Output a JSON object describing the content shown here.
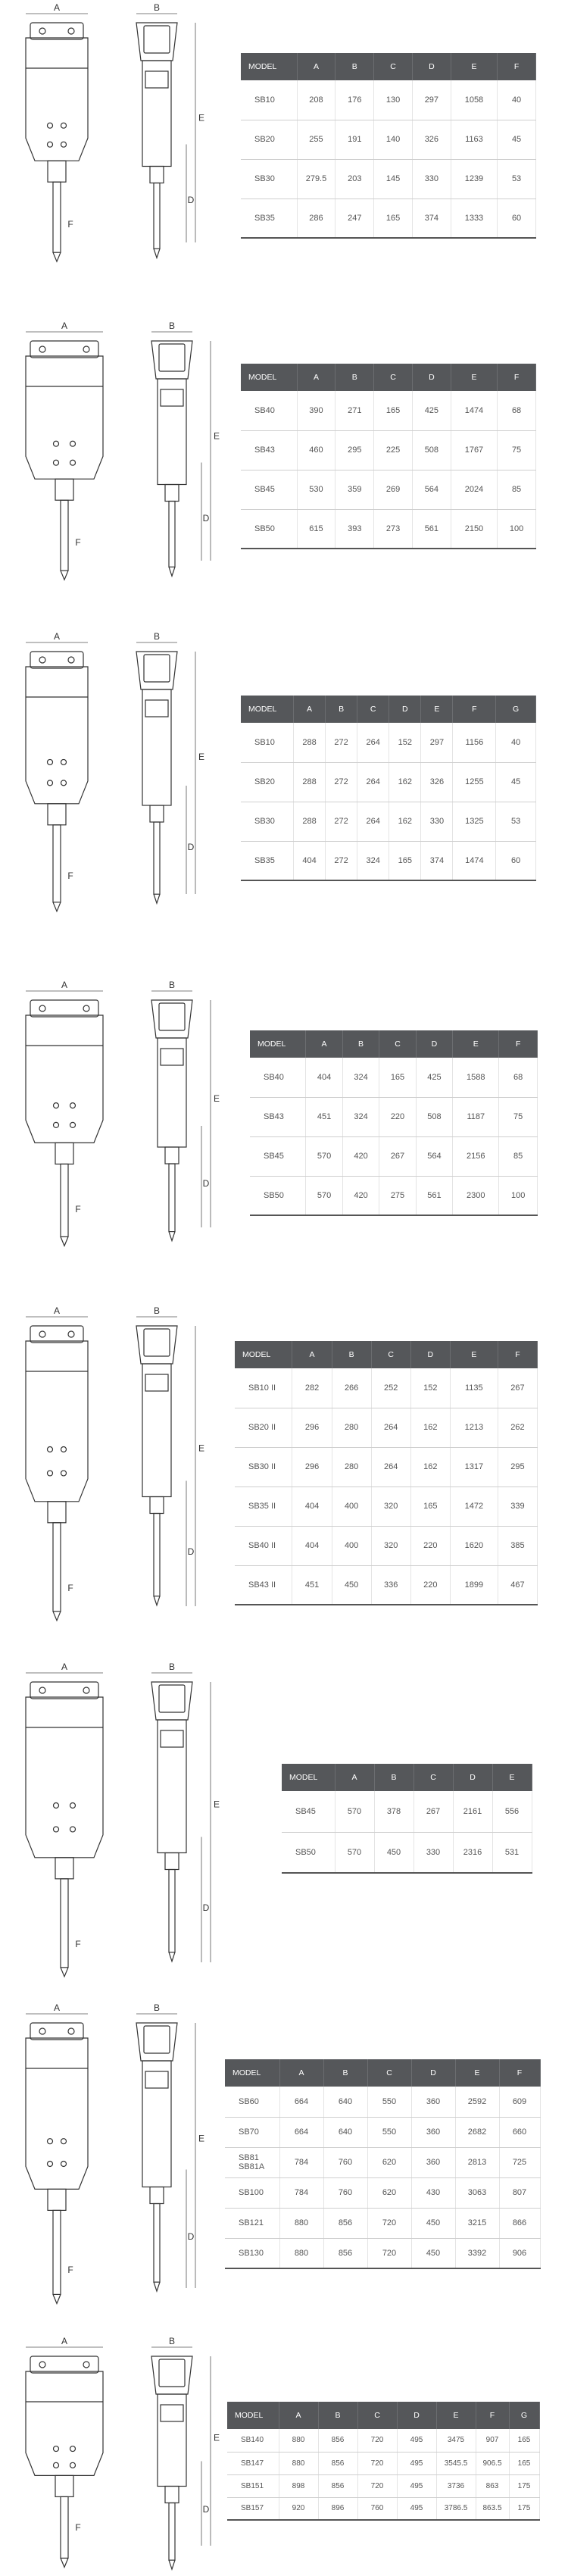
{
  "dimension_letters": [
    "A",
    "B",
    "C",
    "D",
    "E",
    "F",
    "G"
  ],
  "sections": [
    {
      "headers": [
        "MODEL",
        "A",
        "B",
        "C",
        "D",
        "E",
        "F"
      ],
      "rows": [
        [
          "SB10",
          "208",
          "176",
          "130",
          "297",
          "1058",
          "40"
        ],
        [
          "SB20",
          "255",
          "191",
          "140",
          "326",
          "1163",
          "45"
        ],
        [
          "SB30",
          "279.5",
          "203",
          "145",
          "330",
          "1239",
          "53"
        ],
        [
          "SB35",
          "286",
          "247",
          "165",
          "374",
          "1333",
          "60"
        ]
      ]
    },
    {
      "headers": [
        "MODEL",
        "A",
        "B",
        "C",
        "D",
        "E",
        "F"
      ],
      "rows": [
        [
          "SB40",
          "390",
          "271",
          "165",
          "425",
          "1474",
          "68"
        ],
        [
          "SB43",
          "460",
          "295",
          "225",
          "508",
          "1767",
          "75"
        ],
        [
          "SB45",
          "530",
          "359",
          "269",
          "564",
          "2024",
          "85"
        ],
        [
          "SB50",
          "615",
          "393",
          "273",
          "561",
          "2150",
          "100"
        ]
      ]
    },
    {
      "headers": [
        "MODEL",
        "A",
        "B",
        "C",
        "D",
        "E",
        "F",
        "G"
      ],
      "rows": [
        [
          "SB10",
          "288",
          "272",
          "264",
          "152",
          "297",
          "1156",
          "40"
        ],
        [
          "SB20",
          "288",
          "272",
          "264",
          "162",
          "326",
          "1255",
          "45"
        ],
        [
          "SB30",
          "288",
          "272",
          "264",
          "162",
          "330",
          "1325",
          "53"
        ],
        [
          "SB35",
          "404",
          "272",
          "324",
          "165",
          "374",
          "1474",
          "60"
        ]
      ]
    },
    {
      "headers": [
        "MODEL",
        "A",
        "B",
        "C",
        "D",
        "E",
        "F"
      ],
      "rows": [
        [
          "SB40",
          "404",
          "324",
          "165",
          "425",
          "1588",
          "68"
        ],
        [
          "SB43",
          "451",
          "324",
          "220",
          "508",
          "1187",
          "75"
        ],
        [
          "SB45",
          "570",
          "420",
          "267",
          "564",
          "2156",
          "85"
        ],
        [
          "SB50",
          "570",
          "420",
          "275",
          "561",
          "2300",
          "100"
        ]
      ]
    },
    {
      "headers": [
        "MODEL",
        "A",
        "B",
        "C",
        "D",
        "E",
        "F"
      ],
      "rows": [
        [
          "SB10 II",
          "282",
          "266",
          "252",
          "152",
          "1135",
          "267"
        ],
        [
          "SB20 II",
          "296",
          "280",
          "264",
          "162",
          "1213",
          "262"
        ],
        [
          "SB30 II",
          "296",
          "280",
          "264",
          "162",
          "1317",
          "295"
        ],
        [
          "SB35 II",
          "404",
          "400",
          "320",
          "165",
          "1472",
          "339"
        ],
        [
          "SB40 II",
          "404",
          "400",
          "320",
          "220",
          "1620",
          "385"
        ],
        [
          "SB43 II",
          "451",
          "450",
          "336",
          "220",
          "1899",
          "467"
        ]
      ]
    },
    {
      "headers": [
        "MODEL",
        "A",
        "B",
        "C",
        "D",
        "E"
      ],
      "rows": [
        [
          "SB45",
          "570",
          "378",
          "267",
          "2161",
          "556"
        ],
        [
          "SB50",
          "570",
          "450",
          "330",
          "2316",
          "531"
        ]
      ]
    },
    {
      "headers": [
        "MODEL",
        "A",
        "B",
        "C",
        "D",
        "E",
        "F"
      ],
      "rows": [
        [
          "SB60",
          "664",
          "640",
          "550",
          "360",
          "2592",
          "609"
        ],
        [
          "SB70",
          "664",
          "640",
          "550",
          "360",
          "2682",
          "660"
        ],
        [
          "SB81 SB81A",
          "784",
          "760",
          "620",
          "360",
          "2813",
          "725"
        ],
        [
          "SB100",
          "784",
          "760",
          "620",
          "430",
          "3063",
          "807"
        ],
        [
          "SB121",
          "880",
          "856",
          "720",
          "450",
          "3215",
          "866"
        ],
        [
          "SB130",
          "880",
          "856",
          "720",
          "450",
          "3392",
          "906"
        ]
      ]
    },
    {
      "headers": [
        "MODEL",
        "A",
        "B",
        "C",
        "D",
        "E",
        "F",
        "G"
      ],
      "rows": [
        [
          "SB140",
          "880",
          "856",
          "720",
          "495",
          "3475",
          "907",
          "165"
        ],
        [
          "SB147",
          "880",
          "856",
          "720",
          "495",
          "3545.5",
          "906.5",
          "165"
        ],
        [
          "SB151",
          "898",
          "856",
          "720",
          "495",
          "3736",
          "863",
          "175"
        ],
        [
          "SB157",
          "920",
          "896",
          "760",
          "495",
          "3786.5",
          "863.5",
          "175"
        ]
      ]
    }
  ]
}
